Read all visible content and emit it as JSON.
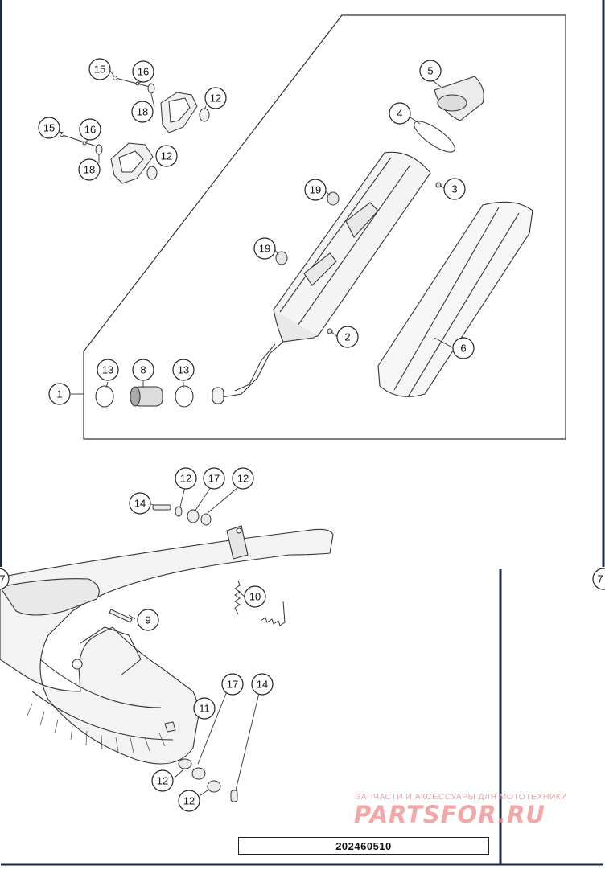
{
  "callouts": [
    {
      "num": "1"
    },
    {
      "num": "2"
    },
    {
      "num": "3"
    },
    {
      "num": "4"
    },
    {
      "num": "5"
    },
    {
      "num": "6"
    },
    {
      "num": "7"
    },
    {
      "num": "8"
    },
    {
      "num": "9"
    },
    {
      "num": "10"
    },
    {
      "num": "11"
    },
    {
      "num": "12"
    },
    {
      "num": "13"
    },
    {
      "num": "14"
    },
    {
      "num": "15"
    },
    {
      "num": "16"
    },
    {
      "num": "17"
    },
    {
      "num": "18"
    },
    {
      "num": "19"
    }
  ],
  "diagram_code": "202460510",
  "watermark": {
    "tagline": "ЗАПЧАСТИ И АКСЕССУАРЫ ДЛЯ МОТОТЕХНИКИ",
    "brand": "PARTSFOR.RU"
  },
  "colors": {
    "frame": "#1a2b4a",
    "line": "#333333",
    "part_fill": "#f2f2f2",
    "watermark": "#ef8a8a"
  }
}
